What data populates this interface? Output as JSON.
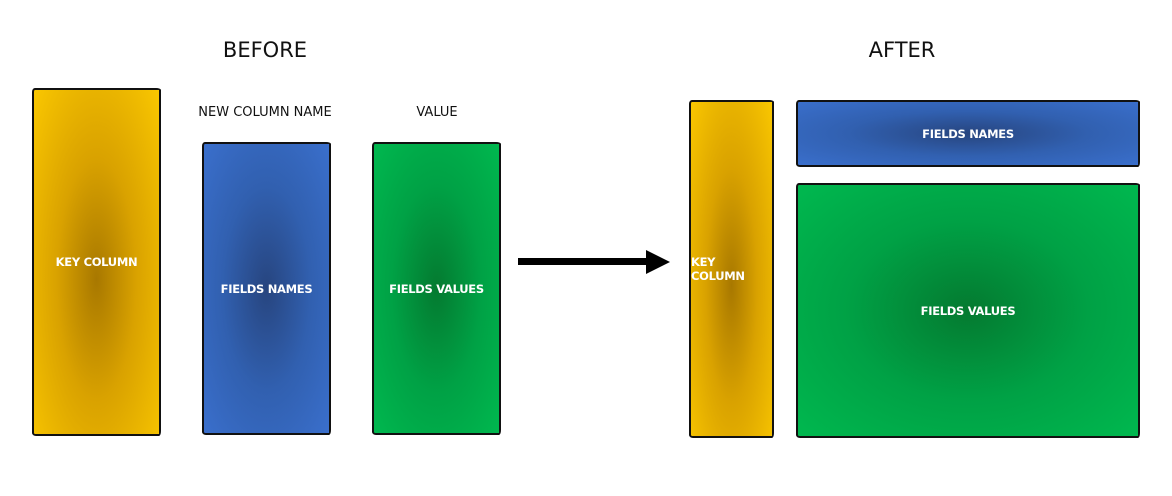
{
  "before": {
    "title": "BEFORE",
    "new_column_label": "NEW COLUMN NAME",
    "value_label": "VALUE",
    "key_column": "KEY COLUMN",
    "fields_names": "FIELDS NAMES",
    "fields_values": "FIELDS VALUES"
  },
  "after": {
    "title": "AFTER",
    "key_column": "KEY COLUMN",
    "fields_names": "FIELDS NAMES",
    "fields_values": "FIELDS VALUES"
  },
  "colors": {
    "key": "#f2b700",
    "names": "#3366bb",
    "values": "#00a84a"
  }
}
